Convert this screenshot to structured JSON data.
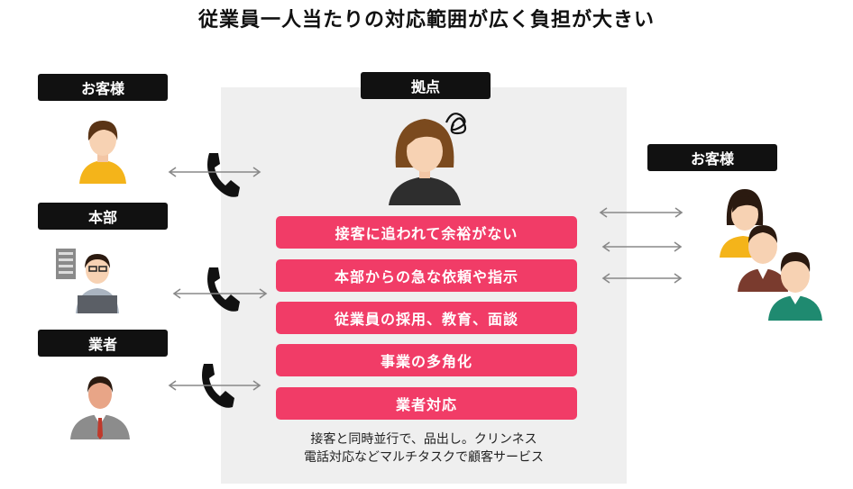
{
  "title": "従業員一人当たりの対応範囲が広く負担が大きい",
  "labels": {
    "customer_left": "お客様",
    "headquarters": "本部",
    "vendor": "業者",
    "base": "拠点",
    "customer_right": "お客様"
  },
  "issues": [
    "接客に追われて余裕がない",
    "本部からの急な依頼や指示",
    "従業員の採用、教育、面談",
    "事業の多角化",
    "業者対応"
  ],
  "note_lines": [
    "接客と同時並行で、品出し。クリンネス",
    "電話対応などマルチタスクで顧客サービス"
  ],
  "colors": {
    "label_bg": "#111111",
    "issue_bg": "#f13c67",
    "panel_bg": "#efefef",
    "arrow": "#888888"
  },
  "icons": [
    "phone-icon",
    "person-icon",
    "office-worker-icon",
    "business-man-icon",
    "stressed-woman-icon",
    "customer-group-icon",
    "double-arrow-icon"
  ]
}
